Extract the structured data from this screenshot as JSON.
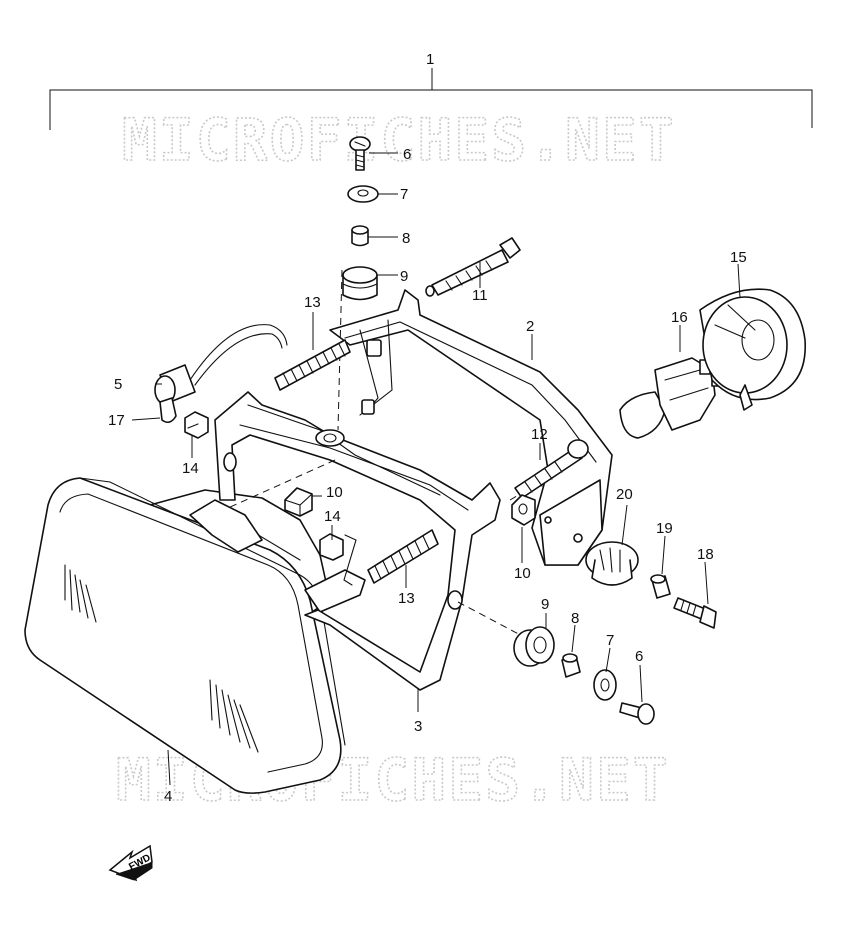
{
  "watermark": "MICROFICHES.NET",
  "fwd_label": "FWD",
  "callouts": {
    "c1": "1",
    "c2": "2",
    "c3": "3",
    "c4": "4",
    "c5": "5",
    "c6a": "6",
    "c6b": "6",
    "c7a": "7",
    "c7b": "7",
    "c8a": "8",
    "c8b": "8",
    "c9a": "9",
    "c9b": "9",
    "c10a": "10",
    "c10b": "10",
    "c11": "11",
    "c12": "12",
    "c13a": "13",
    "c13b": "13",
    "c14a": "14",
    "c14b": "14",
    "c15": "15",
    "c16": "16",
    "c17": "17",
    "c18": "18",
    "c19": "19",
    "c20": "20"
  }
}
